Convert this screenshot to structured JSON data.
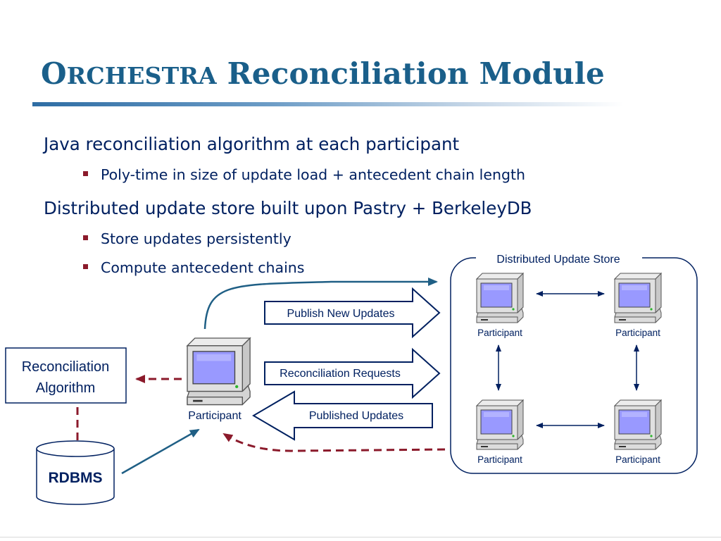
{
  "slide": {
    "title_small_caps_initial": "O",
    "title_small_caps_rest": "RCHESTRA",
    "title_rest": " Reconciliation Module"
  },
  "bullets": [
    {
      "text": "Java reconciliation algorithm at each participant",
      "children": [
        "Poly-time in size of update load + antecedent chain length"
      ]
    },
    {
      "text": "Distributed update store built upon Pastry + BerkeleyDB",
      "children": [
        "Store updates persistently",
        "Compute antecedent chains"
      ]
    }
  ],
  "diagram": {
    "store_label": "Distributed Update Store",
    "local_participant_label": "Participant",
    "store_participants": [
      "Participant",
      "Participant",
      "Participant",
      "Participant"
    ],
    "arrows": {
      "publish": "Publish New Updates",
      "requests": "Reconciliation Requests",
      "published": "Published Updates"
    },
    "algorithm_label_line1": "Reconciliation",
    "algorithm_label_line2": "Algorithm",
    "db_label": "RDBMS",
    "colors": {
      "navy": "#002060",
      "teal": "#1f5f85",
      "dashed_red": "#8b1a2b",
      "screen": "#9999ff"
    }
  }
}
